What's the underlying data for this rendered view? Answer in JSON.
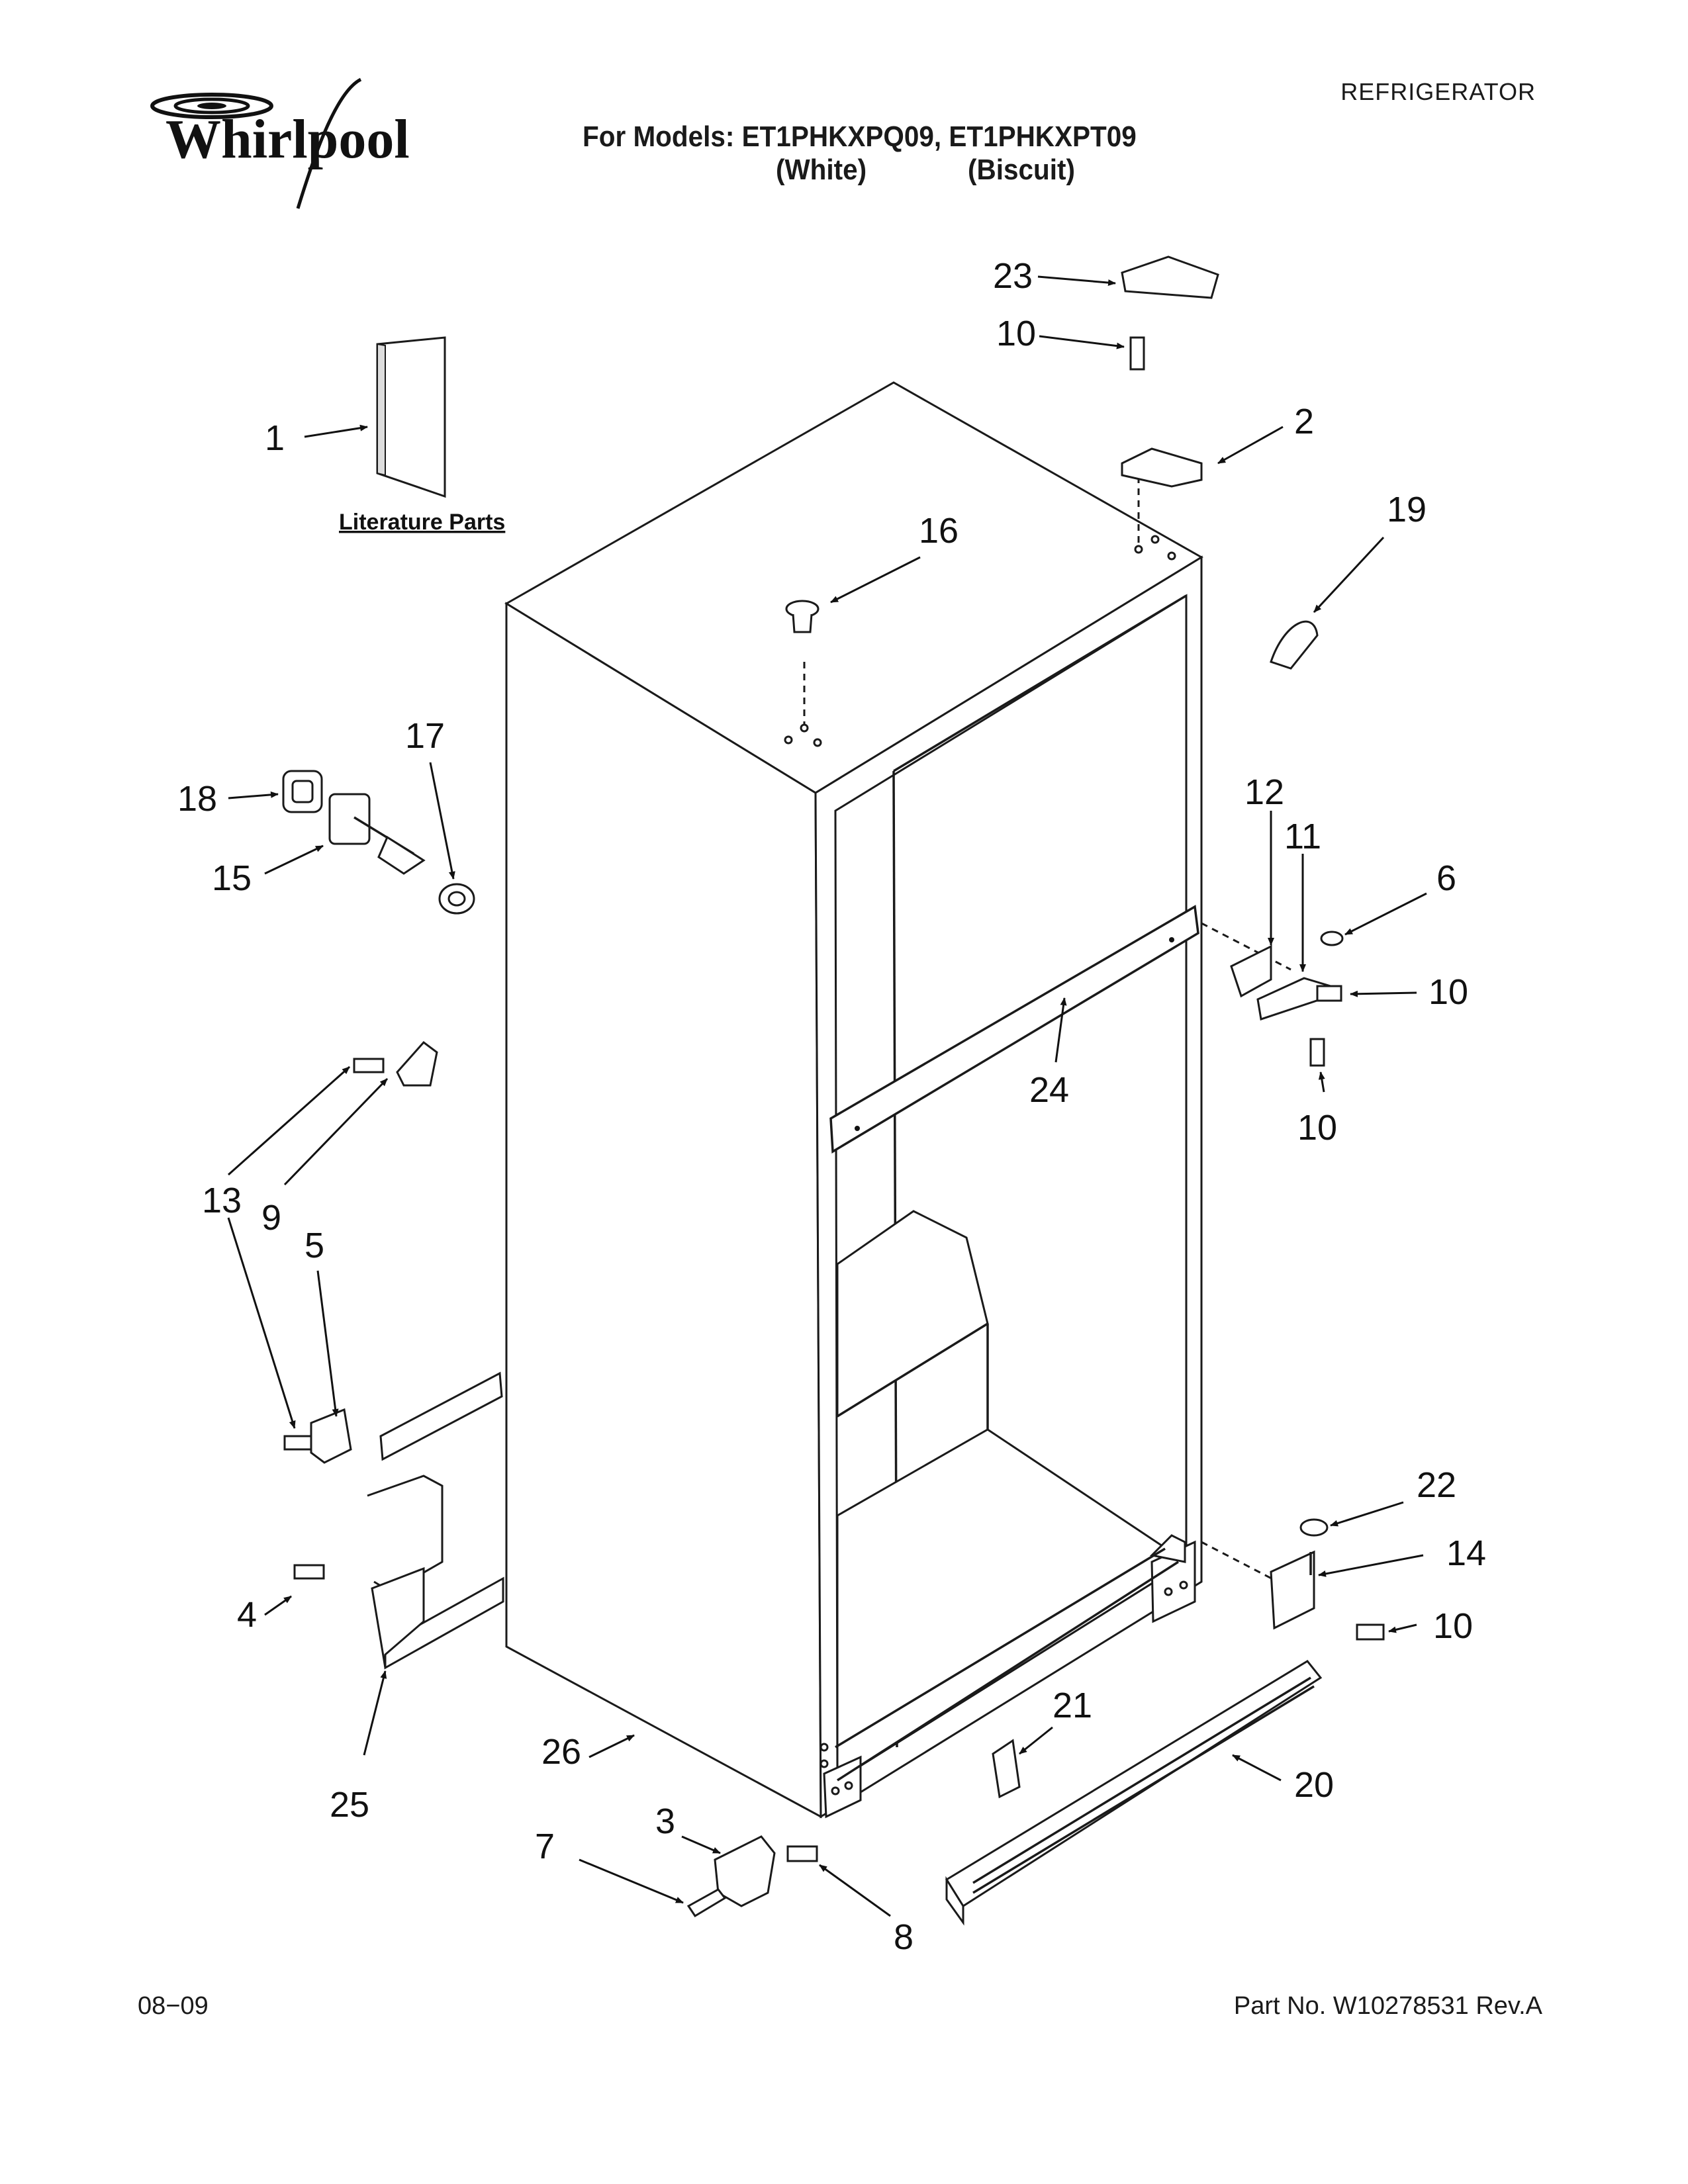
{
  "header": {
    "brand": "Whirlpool",
    "category": "REFRIGERATOR",
    "models_line": "For Models: ET1PHKXPQ09, ET1PHKXPT09",
    "color_white": "(White)",
    "color_biscuit": "(Biscuit)"
  },
  "diagram": {
    "literature_label": "Literature Parts",
    "callouts": {
      "c1": "1",
      "c2": "2",
      "c3": "3",
      "c4": "4",
      "c5": "5",
      "c6": "6",
      "c7": "7",
      "c8": "8",
      "c9": "9",
      "c10a": "10",
      "c10b": "10",
      "c10c": "10",
      "c10d": "10",
      "c11": "11",
      "c12": "12",
      "c13": "13",
      "c14": "14",
      "c15": "15",
      "c16": "16",
      "c17": "17",
      "c18": "18",
      "c19": "19",
      "c20": "20",
      "c21": "21",
      "c22": "22",
      "c23": "23",
      "c24": "24",
      "c25": "25",
      "c26": "26"
    }
  },
  "footer": {
    "date": "08−09",
    "part_number": "Part No. W10278531 Rev.A"
  }
}
